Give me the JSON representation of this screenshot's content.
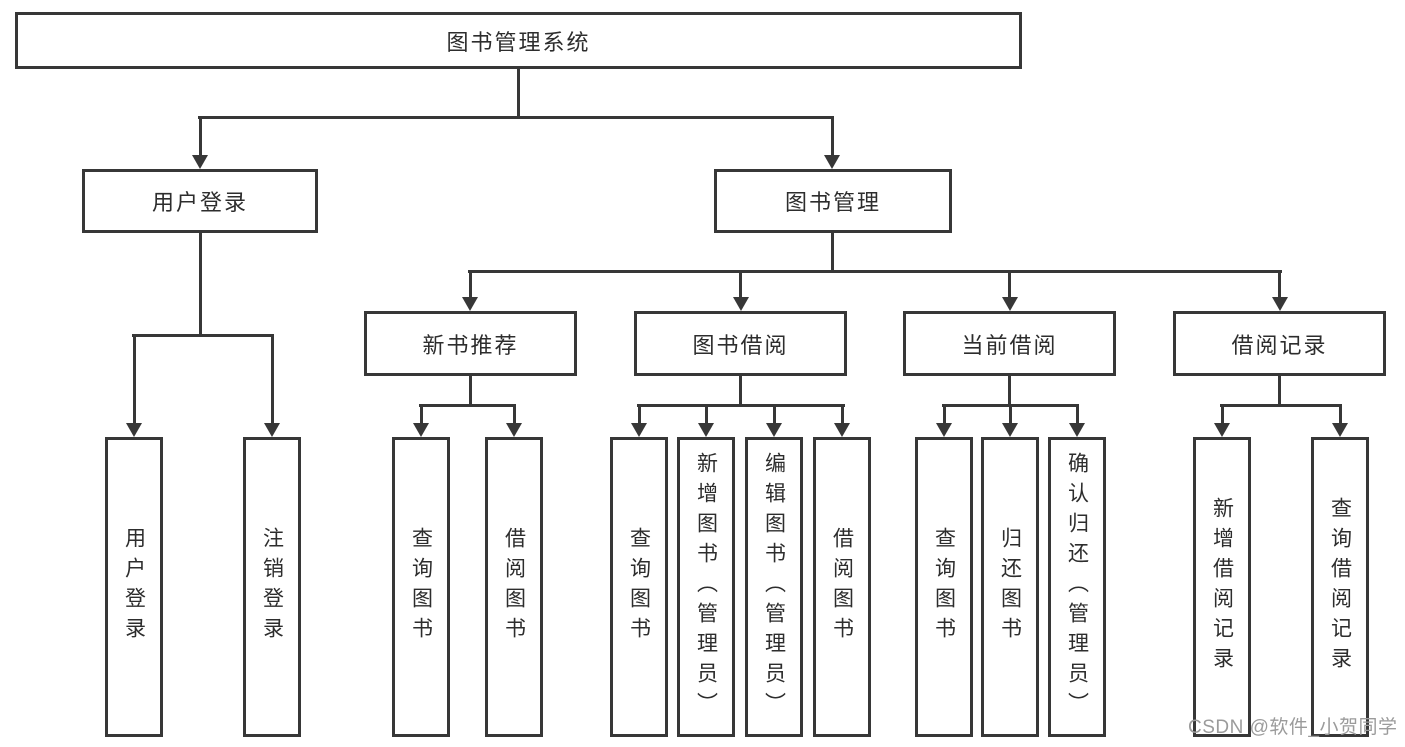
{
  "diagram": {
    "title": "图书管理系统",
    "branches": [
      {
        "label": "用户登录",
        "leaves": [
          "用户登录",
          "注销登录"
        ]
      },
      {
        "label": "图书管理",
        "groups": [
          {
            "label": "新书推荐",
            "leaves": [
              "查询图书",
              "借阅图书"
            ]
          },
          {
            "label": "图书借阅",
            "leaves": [
              "查询图书",
              "新增图书（管理员）",
              "编辑图书（管理员）",
              "借阅图书"
            ]
          },
          {
            "label": "当前借阅",
            "leaves": [
              "查询图书",
              "归还图书",
              "确认归还（管理员）"
            ]
          },
          {
            "label": "借阅记录",
            "leaves": [
              "新增借阅记录",
              "查询借阅记录"
            ]
          }
        ]
      }
    ]
  },
  "watermark": "CSDN @软件_小贺同学",
  "colors": {
    "line": "#373737",
    "text": "#2d2d2d",
    "background": "#ffffff",
    "watermark": "#9b9b9b"
  }
}
